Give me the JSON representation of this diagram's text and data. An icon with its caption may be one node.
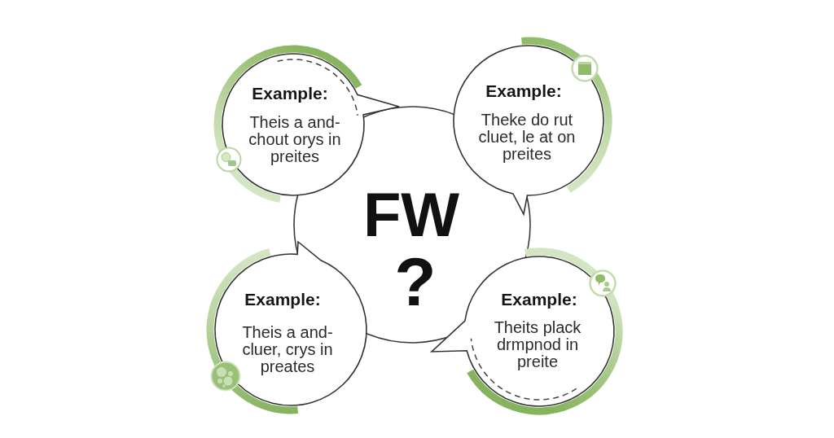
{
  "diagram": {
    "nodes": [
      {
        "text": [
          "Example:",
          "Theis a and- chout orys in preites"
        ]
      },
      {
        "text": [
          "Example:",
          "Theke do rut cluet, le at on preites"
        ]
      },
      {
        "text": [
          "FW",
          "?"
        ]
      },
      {
        "text": [
          "Example:",
          "Theis a and- cluer, crys in preates"
        ]
      },
      {
        "text": [
          "Example:",
          "Theits plack drmpnod in preite"
        ]
      }
    ]
  }
}
